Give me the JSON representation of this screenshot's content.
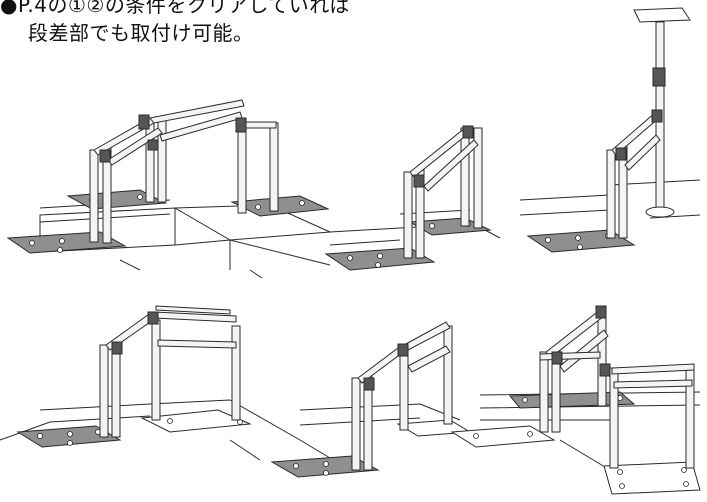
{
  "note": {
    "line1": "●P.4の①②の条件をクリアしていれば",
    "line2": "段差部でも取付け可能。"
  },
  "illustrations": [
    {
      "name": "stairs-double-rail-with-bridge",
      "icon": "handrail-illustration"
    },
    {
      "name": "stairs-single-rail",
      "icon": "handrail-illustration"
    },
    {
      "name": "stairs-rail-with-ceiling-pole",
      "icon": "handrail-illustration"
    },
    {
      "name": "step-rail-with-frame",
      "icon": "handrail-illustration"
    },
    {
      "name": "step-rail-single",
      "icon": "handrail-illustration"
    },
    {
      "name": "multi-level-rail-combination",
      "icon": "handrail-illustration"
    }
  ],
  "colors": {
    "line": "#2a2a2a",
    "base": "#8f8f8f",
    "rail": "#f2f2f2"
  }
}
